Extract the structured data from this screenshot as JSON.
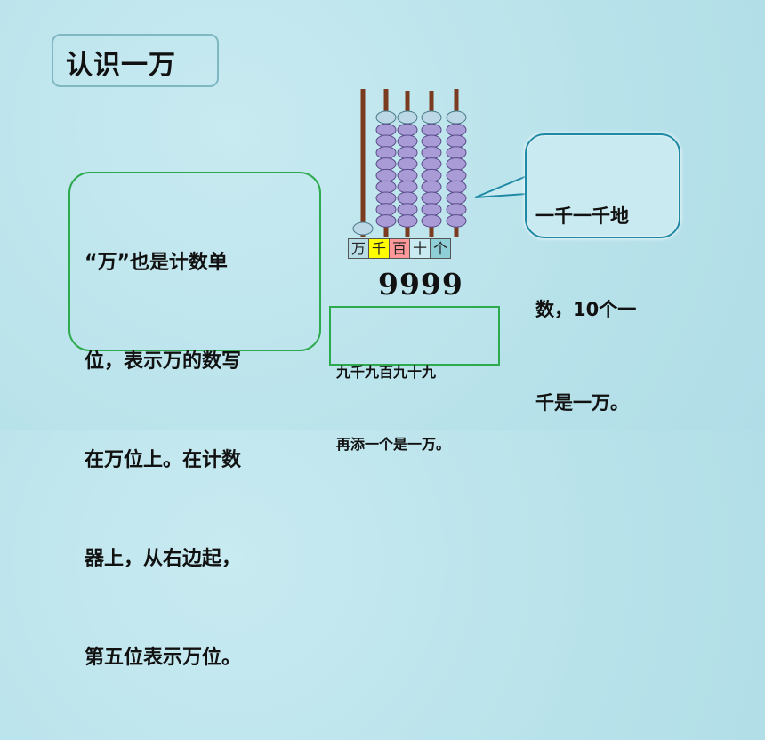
{
  "title": "认识一万",
  "left_text": "“万”也是计数单位，表示万的数写在万位上。在计数器上，从右边起，第五位表示万位。",
  "left_lines": [
    "“万”也是计数单",
    "位，表示万的数写",
    "在万位上。在计数",
    "器上，从右边起，",
    "第五位表示万位。"
  ],
  "speech_lines": [
    "一千一千地",
    "数，10个一",
    "千是一万。"
  ],
  "abacus": {
    "places": [
      {
        "label": "万",
        "color": "#b8dde6",
        "beads": 0
      },
      {
        "label": "千",
        "color": "#ffff00",
        "beads": 9
      },
      {
        "label": "百",
        "color": "#ff9999",
        "beads": 9
      },
      {
        "label": "十",
        "color": "#c9eaf0",
        "beads": 9
      },
      {
        "label": "个",
        "color": "#8fcfd8",
        "beads": 9
      }
    ],
    "number": "9999"
  },
  "note_lines": [
    "九千九百九十九",
    "再添一个是一万。"
  ],
  "colors": {
    "rod": "#7a3b1f",
    "bead": "#a99cd6",
    "bead_top": "#bcd8e6",
    "green_border": "#2eaa4e",
    "speech_border": "#1f8aa6"
  }
}
